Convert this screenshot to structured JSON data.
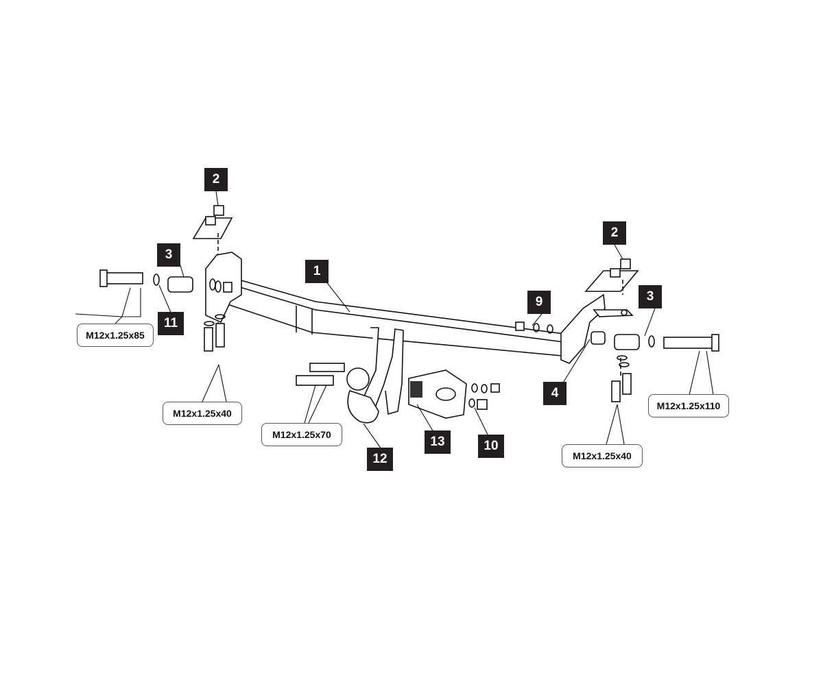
{
  "callouts": {
    "c1": "1",
    "c2a": "2",
    "c2b": "2",
    "c3a": "3",
    "c3b": "3",
    "c4": "4",
    "c9": "9",
    "c10": "10",
    "c11": "11",
    "c12": "12",
    "c13": "13"
  },
  "bolts": {
    "left_long": "M12x1.25x85",
    "left_vertical": "M12x1.25x40",
    "ball": "M12x1.25x70",
    "right_long": "M12x1.25x110",
    "right_vertical": "M12x1.25x40"
  }
}
